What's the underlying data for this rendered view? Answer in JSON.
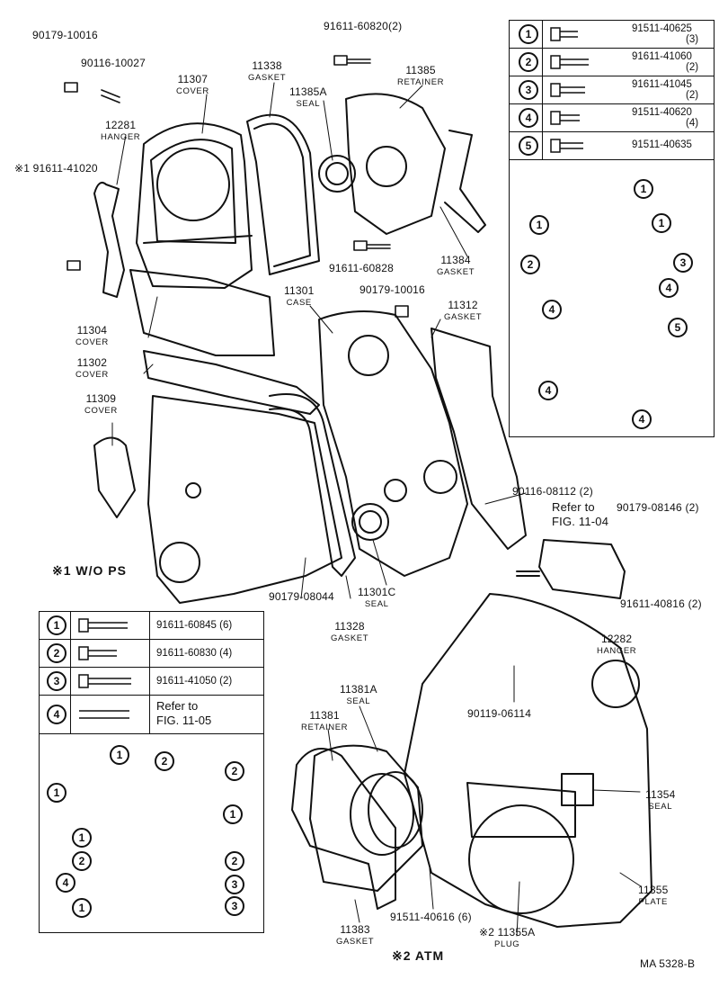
{
  "callouts": [
    {
      "id": "p90179_10016a",
      "text": "90179-10016"
    },
    {
      "id": "p90116_10027",
      "text": "90116-10027"
    },
    {
      "id": "p11307",
      "text": "11307",
      "sub": "COVER"
    },
    {
      "id": "p11338",
      "text": "11338",
      "sub": "GASKET"
    },
    {
      "id": "p91611_60820",
      "text": "91611-60820(2)"
    },
    {
      "id": "p11385",
      "text": "11385",
      "sub": "RETAINER"
    },
    {
      "id": "p11385A",
      "text": "11385A",
      "sub": "SEAL"
    },
    {
      "id": "p12281",
      "text": "12281",
      "sub": "HANGER"
    },
    {
      "id": "p91611_41020",
      "text": "※1 91611-41020"
    },
    {
      "id": "p91611_60828",
      "text": "91611-60828"
    },
    {
      "id": "p11384",
      "text": "11384",
      "sub": "GASKET"
    },
    {
      "id": "p11301",
      "text": "11301",
      "sub": "CASE"
    },
    {
      "id": "p90179_10016b",
      "text": "90179-10016"
    },
    {
      "id": "p11312",
      "text": "11312",
      "sub": "GASKET"
    },
    {
      "id": "p11304",
      "text": "11304",
      "sub": "COVER"
    },
    {
      "id": "p11302",
      "text": "11302",
      "sub": "COVER"
    },
    {
      "id": "p11309",
      "text": "11309",
      "sub": "COVER"
    },
    {
      "id": "p90116_08112",
      "text": "90116-08112 (2)"
    },
    {
      "id": "p90179_08146",
      "text": "90179-08146 (2)"
    },
    {
      "id": "p91611_40816",
      "text": "91611-40816 (2)"
    },
    {
      "id": "p12282",
      "text": "12282",
      "sub": "HANGER"
    },
    {
      "id": "p90179_08044",
      "text": "90179-08044"
    },
    {
      "id": "p11301C",
      "text": "11301C",
      "sub": "SEAL"
    },
    {
      "id": "p11328",
      "text": "11328",
      "sub": "GASKET"
    },
    {
      "id": "p11381A",
      "text": "11381A",
      "sub": "SEAL"
    },
    {
      "id": "p11381",
      "text": "11381",
      "sub": "RETAINER"
    },
    {
      "id": "p90119_06114",
      "text": "90119-06114"
    },
    {
      "id": "p11354",
      "text": "11354",
      "sub": "SEAL"
    },
    {
      "id": "p11355",
      "text": "11355",
      "sub": "PLATE"
    },
    {
      "id": "p91511_40616",
      "text": "91511-40616 (6)"
    },
    {
      "id": "p11383",
      "text": "11383",
      "sub": "GASKET"
    },
    {
      "id": "p11355A",
      "text": "※2 11355A",
      "sub": "PLUG"
    }
  ],
  "refer_fig_11_04": [
    "Refer to",
    "FIG. 11-04"
  ],
  "notes": {
    "wo_ps": "※1  W/O PS",
    "atm": "※2  ATM",
    "drawing_code": "MA  5328-B"
  },
  "table_top_right": [
    {
      "num": "1",
      "part": "91511-40625",
      "qty": "(3)"
    },
    {
      "num": "2",
      "part": "91611-41060",
      "qty": "(2)"
    },
    {
      "num": "3",
      "part": "91611-41045",
      "qty": "(2)"
    },
    {
      "num": "4",
      "part": "91511-40620",
      "qty": "(4)"
    },
    {
      "num": "5",
      "part": "91511-40635",
      "qty": ""
    }
  ],
  "table_bottom_left": [
    {
      "num": "1",
      "part": "91611-60845 (6)"
    },
    {
      "num": "2",
      "part": "91611-60830 (4)"
    },
    {
      "num": "3",
      "part": "91611-41050 (2)"
    },
    {
      "num": "4",
      "part": "Refer to",
      "part2": "FIG. 11-05"
    }
  ],
  "diagram_right_markers": [
    "1",
    "1",
    "1",
    "2",
    "3",
    "4",
    "4",
    "5",
    "4",
    "4"
  ],
  "diagram_left_markers": [
    "1",
    "2",
    "2",
    "1",
    "1",
    "1",
    "2",
    "2",
    "4",
    "3",
    "3",
    "1"
  ]
}
